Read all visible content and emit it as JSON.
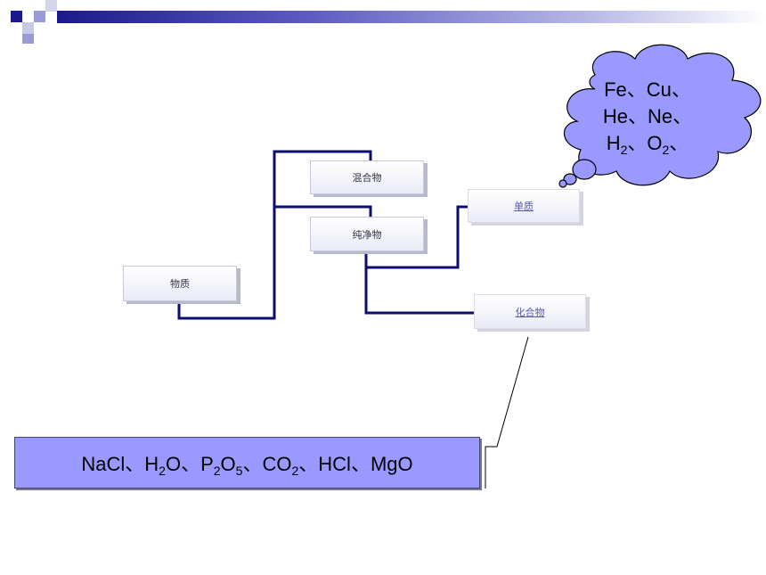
{
  "diagram": {
    "root": "物质",
    "mixture": "混合物",
    "pure": "纯净物",
    "element": "单质",
    "compound": "化合物"
  },
  "element_examples": {
    "line1": "Fe、Cu、",
    "line2": "He、Ne、",
    "line3_h": "H",
    "line3_sub1": "2",
    "line3_mid": "、O",
    "line3_sub2": "2",
    "line3_end": "、"
  },
  "compound_examples": {
    "nacl": "NaCl、H",
    "h2o_sub": "2",
    "o_p": "O、P",
    "p_sub": "2",
    "o5": "O",
    "o5_sub": "5",
    "co": "、CO",
    "co2_sub": "2",
    "tail": "、HCl、MgO"
  },
  "colors": {
    "connector": "#0d0d6e",
    "header_dark": "#1a1a8c",
    "callout_fill": "#9999ff",
    "cloud_fill": "#9999ff"
  }
}
